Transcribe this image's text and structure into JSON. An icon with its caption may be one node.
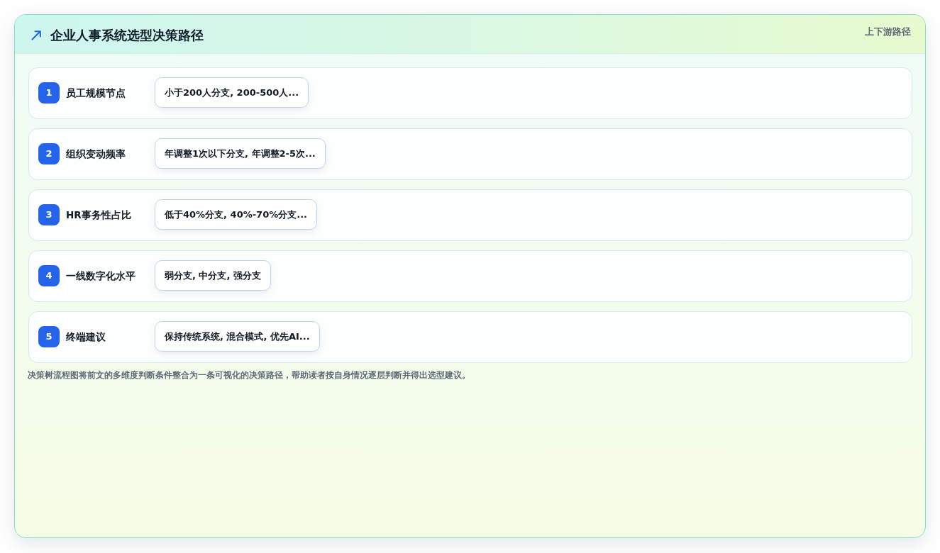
{
  "diagram": {
    "title": "企业人事系统选型决策路径",
    "caption": "决策树流程图将前文的多维度判断条件整合为一条可视化的决策路径，帮助读者按自身情况逐层判断并得出选型建议。",
    "nodes": [
      {
        "text": [
          "员工规模节点"
        ]
      },
      {
        "text": [
          "1"
        ],
        "in": 0
      },
      {
        "text": [
          "小于200人分支, 200-500人..."
        ],
        "in": 0
      },
      {
        "text": [
          "组织变动频率"
        ]
      },
      {
        "text": [
          "2"
        ],
        "in": 3
      },
      {
        "text": [
          "年调整1次以下分支, 年调整2-5次..."
        ],
        "in": 3
      },
      {
        "text": [
          "HR事务性占比"
        ]
      },
      {
        "text": [
          "3"
        ],
        "in": 6
      },
      {
        "text": [
          "低于40%分支, 40%-70%分支..."
        ],
        "in": 6
      },
      {
        "text": [
          "一线数字化水平"
        ]
      },
      {
        "text": [
          "4"
        ],
        "in": 9
      },
      {
        "text": [
          "弱分支, 中分支, 强分支"
        ],
        "in": 9
      },
      {
        "text": [
          "终端建议"
        ]
      },
      {
        "text": [
          "5"
        ],
        "in": 12
      },
      {
        "text": [
          "保持传统系统, 混合模式, 优先AI..."
        ],
        "in": 12
      }
    ],
    "labels": [
      "上下游路径"
    ]
  }
}
